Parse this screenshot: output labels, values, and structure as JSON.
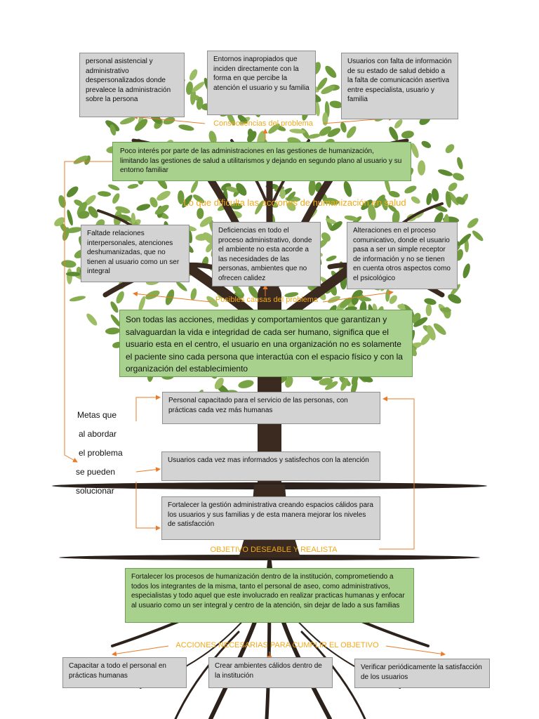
{
  "colors": {
    "box_gray": "#d3d3d3",
    "box_green": "#a9d18e",
    "label_orange": "#f0a81a",
    "arrow_orange": "#e97c2b",
    "trunk": "#3b2a20",
    "leaf": "#6e9a3c"
  },
  "consequences": {
    "label": "Consecuencias del problema",
    "items": [
      "personal asistencial y administrativo despersonalizados donde prevalece la administración sobre la persona",
      "Entornos inapropiados que inciden directamente con la forma en que percibe la atención el usuario y su familia",
      "Usuarios con falta de información de su estado de salud debido a la falta de comunicación asertiva entre especialista, usuario y familia"
    ]
  },
  "problem": {
    "text": "Poco interés por parte de las administraciones en las gestiones de humanización, limitando las gestiones de salud a utilitarismos y dejando en segundo plano al usuario y su entorno familiar",
    "label": "Lo que dificulta las acciones de humanización en salud"
  },
  "causes": {
    "label": "Posibles causas del problema",
    "items": [
      "Faltade relaciones interpersonales, atenciones deshumanizadas, que no tienen al usuario como un ser integral",
      "Deficiencias en todo el proceso administrativo, donde el ambiente no esta acorde a las necesidades de las personas, ambientes que no ofrecen calidez",
      "Alteraciones en el proceso comunicativo, donde el usuario pasa a ser un simple receptor de información y no se tienen en cuenta otros aspectos como el psicológico"
    ]
  },
  "definition": "Son todas las acciones, medidas y comportamientos que garantizan y salvaguardan la vida e integridad de cada ser humano, significa que el usuario esta en el centro, el usuario en una organización no es solamente el paciente sino cada persona que interactúa con el espacio físico y con la organización del establecimiento",
  "goals": {
    "side_label": [
      "Metas que",
      "al abordar",
      "el problema",
      "se pueden",
      "solucionar"
    ],
    "items": [
      "Personal capacitado para el servicio de las personas, con prácticas cada vez más humanas",
      "Usuarios cada vez mas informados y satisfechos con la atención",
      "Fortalecer la gestión administrativa creando espacios cálidos para los usuarios y sus familias y de esta manera mejorar los niveles de satisfacción"
    ]
  },
  "objective": {
    "label": "OBJETIVO DESEABLE Y REALISTA",
    "text": "Fortalecer los procesos de humanización dentro de la institución, comprometiendo a todos los integrantes de la misma, tanto el personal de aseo, como administrativos, especialistas y todo aquel que este involucrado en realizar practicas humanas y enfocar al usuario como un ser integral y centro de la atención, sin dejar de lado a sus familias"
  },
  "actions": {
    "label": "ACCIONES NECESARIAS PARA CUMPLIR EL OBJETIVO",
    "items": [
      "Capacitar a todo el personal en prácticas humanas",
      "Crear ambientes cálidos dentro de la institución",
      "Verificar periódicamente la satisfacción de los usuarios"
    ]
  }
}
